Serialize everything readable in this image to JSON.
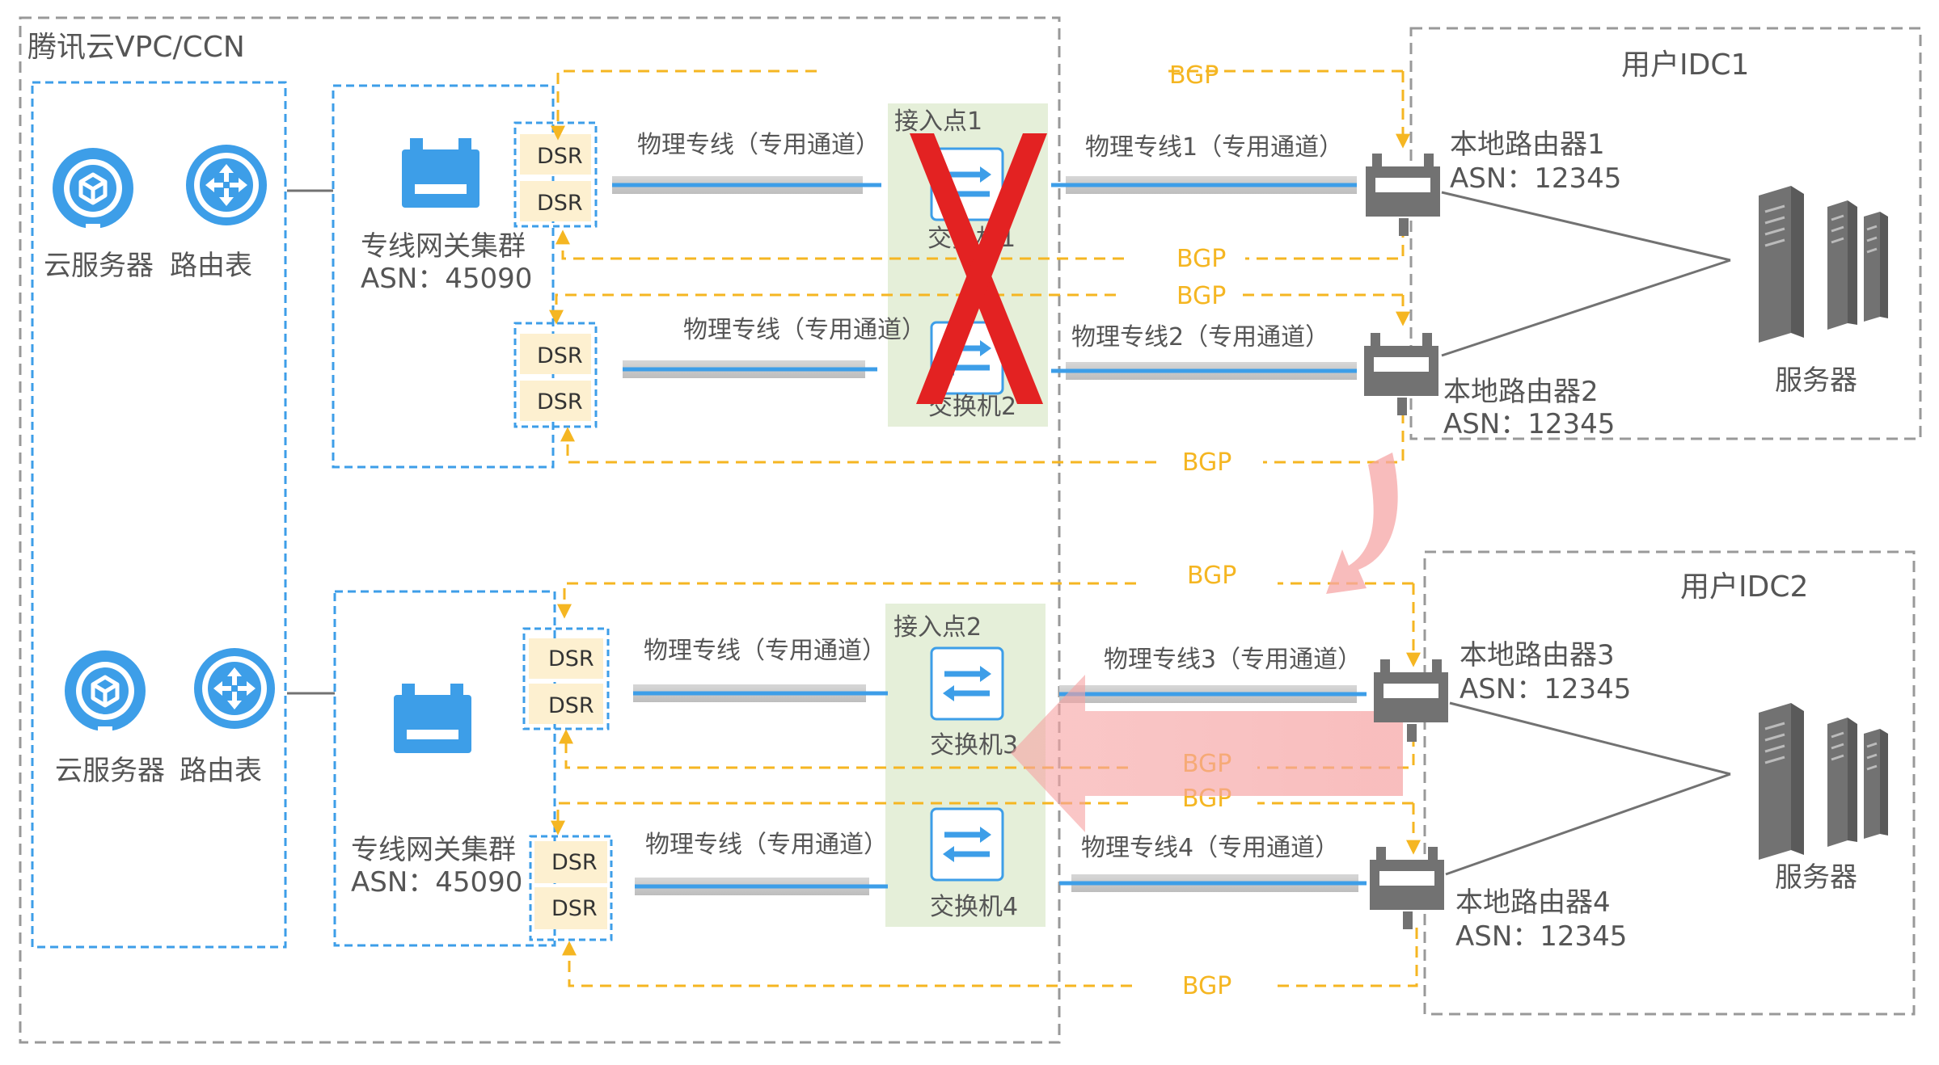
{
  "regions": {
    "vpc_title": "腾讯云VPC/CCN",
    "idc1_title": "用户IDC1",
    "idc2_title": "用户IDC2"
  },
  "cloud": {
    "cvm_label_1": "云服务器",
    "route_table_label_1": "路由表",
    "cvm_label_2": "云服务器",
    "route_table_label_2": "路由表"
  },
  "gateway_cluster_1": {
    "name": "专线网关集群",
    "asn": "ASN：45090"
  },
  "gateway_cluster_2": {
    "name": "专线网关集群",
    "asn": "ASN：45090"
  },
  "dsr_label": "DSR",
  "access_point_1": {
    "title": "接入点1",
    "switch_1": "交换机1",
    "switch_2": "交换机2",
    "failed": true
  },
  "access_point_2": {
    "title": "接入点2",
    "switch_3": "交换机3",
    "switch_4": "交换机4"
  },
  "links": {
    "left_generic": "物理专线（专用通道）",
    "right_1": "物理专线1（专用通道）",
    "right_2": "物理专线2（专用通道）",
    "right_3": "物理专线3（专用通道）",
    "right_4": "物理专线4（专用通道）"
  },
  "bgp_label": "BGP",
  "idc1": {
    "router_1": "本地路由器1",
    "router_1_asn": "ASN：12345",
    "router_2": "本地路由器2",
    "router_2_asn": "ASN：12345",
    "server": "服务器"
  },
  "idc2": {
    "router_3": "本地路由器3",
    "router_3_asn": "ASN：12345",
    "router_4": "本地路由器4",
    "router_4_asn": "ASN：12345",
    "server": "服务器"
  },
  "colors": {
    "blue": "#3d9ee8",
    "bgp_orange": "#f5b622",
    "grey_box": "#999999",
    "access_point_bg": "#e5efd9",
    "dsr_bg": "#fdf0d0",
    "failover_arrow": "#f5a5a5",
    "fail_cross": "#e32222",
    "router_grey": "#727272"
  }
}
